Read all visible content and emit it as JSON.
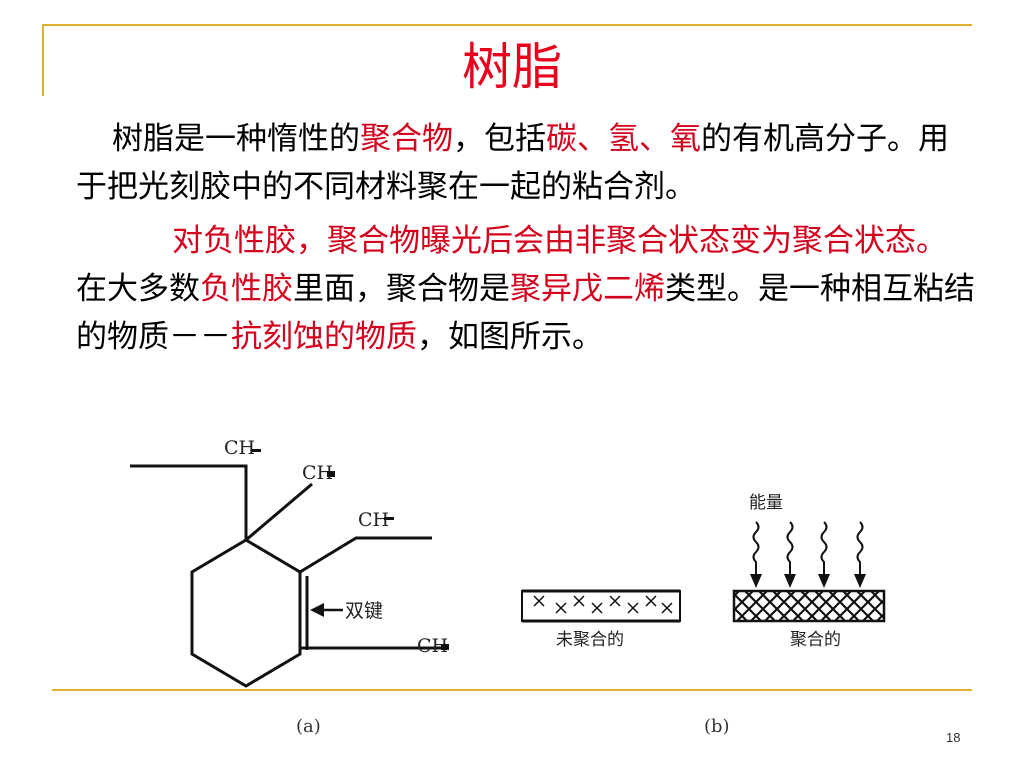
{
  "slide": {
    "title": "树脂",
    "page_number": "18"
  },
  "paragraph1": {
    "s1": "树脂是一种惰性的",
    "s2": "聚合物",
    "s3": "，包括",
    "s4": "碳、氢、氧",
    "s5": "的有机高分子。用于把光刻胶中的不同材料聚在一起的粘合剂。"
  },
  "paragraph2": {
    "s1": "对负性胶，聚合物曝光后会由非聚合状态变为聚合状态。",
    "s2": "在大多数",
    "s3": "负性胶",
    "s4": "里面，聚合物是",
    "s5": "聚异戊二烯",
    "s6": "类型。是一种相互粘结的物质－－",
    "s7": "抗刻蚀的物质",
    "s8": "，如图所示。"
  },
  "figure_a": {
    "ch3_label_1": "CH",
    "ch3_label_2": "CH",
    "ch3_label_3": "CH",
    "ch3_label_4": "CH",
    "double_bond_label": "双键",
    "caption": "(a)"
  },
  "figure_b": {
    "energy_label": "能量",
    "unpolymerized_label": "未聚合的",
    "polymerized_label": "聚合的",
    "caption": "(b)"
  },
  "colors": {
    "accent_line": "#e0b030",
    "highlight_text": "#d4001c",
    "title": "#e8001c"
  }
}
